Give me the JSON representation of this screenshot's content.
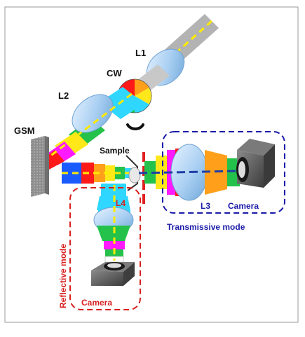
{
  "labels": {
    "l1": "L1",
    "l2": "L2",
    "cw": "CW",
    "gsm": "GSM",
    "sample": "Sample",
    "l3": "L3",
    "l4": "L4",
    "camera_trans": "Camera",
    "camera_refl": "Camera",
    "transmissive_mode": "Transmissive mode",
    "reflective_mode": "Reflective mode"
  },
  "colors": {
    "frame": "#9a9a9a",
    "beam_gray": "#b3b3b3",
    "axis_yellow": "#ffea00",
    "axis_blue": "#1f3ea6",
    "transmissive_box": "#1a1aa8",
    "reflective_box": "#d81f1f",
    "sample_marker": "#e02020",
    "lens_blue": "#9fc8ef",
    "camera_body": "#5e5e5e",
    "spectrum": [
      "#ff1a1a",
      "#ff9f1a",
      "#ffe81a",
      "#24c24a",
      "#2fd6ff",
      "#ff1aff",
      "#1a5bff"
    ]
  },
  "icons": {
    "rotation": "rotation-arrow-icon"
  }
}
